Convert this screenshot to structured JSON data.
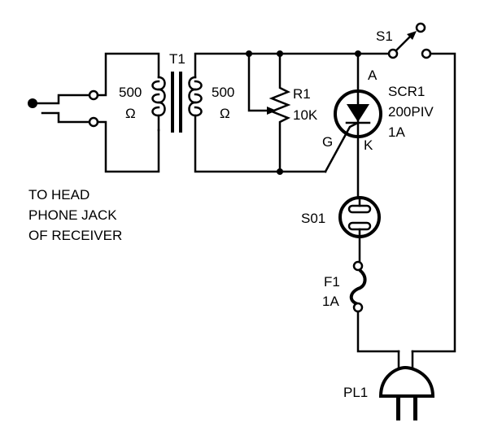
{
  "diagram": {
    "type": "circuit-schematic",
    "components": {
      "transformer": {
        "ref": "T1",
        "primary": [
          "500",
          "Ω"
        ],
        "secondary": [
          "500",
          "Ω"
        ]
      },
      "potentiometer": {
        "ref": "R1",
        "value": "10K"
      },
      "scr": {
        "ref": "SCR1",
        "rating": "200PIV",
        "current": "1A",
        "anode": "A",
        "gate": "G",
        "cathode": "K"
      },
      "switch": {
        "ref": "S1"
      },
      "socket": {
        "ref": "S01"
      },
      "fuse": {
        "ref": "F1",
        "value": "1A"
      },
      "plug": {
        "ref": "PL1"
      }
    },
    "input_label": [
      "TO HEAD",
      "PHONE JACK",
      "OF RECEIVER"
    ]
  }
}
